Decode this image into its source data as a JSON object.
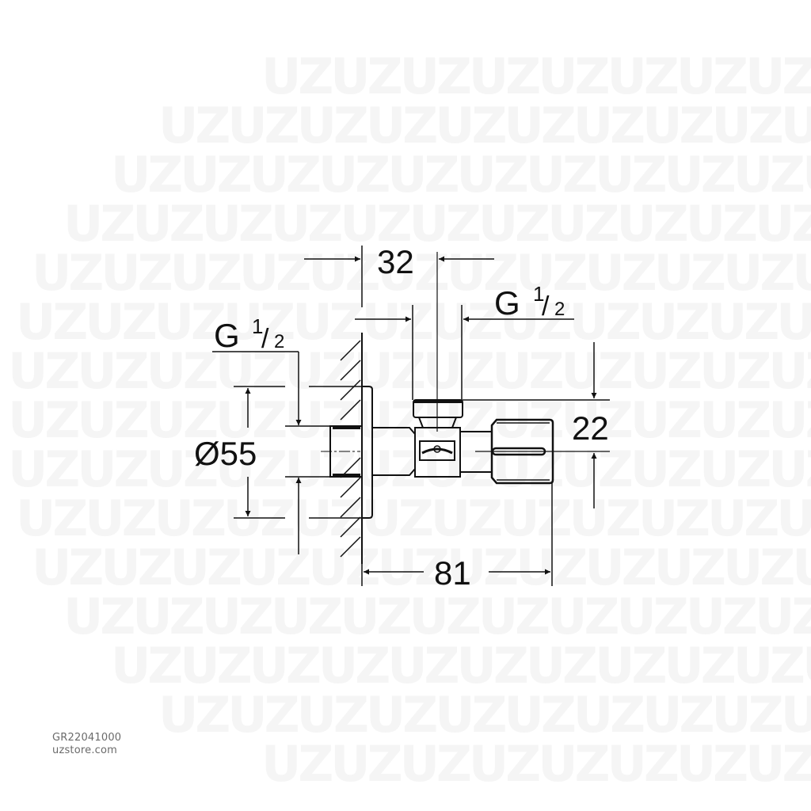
{
  "watermark": {
    "text": "UZUZUZUZUZUZUZUZUZUZUZUZUZUZUZUZUZ",
    "color": "#f5f5f5"
  },
  "drawing": {
    "dimensions": {
      "top_width": "32",
      "outlet_thread_prefix": "G",
      "outlet_thread_num": "1",
      "outlet_thread_den": "2",
      "inlet_thread_prefix": "G",
      "inlet_thread_num": "1",
      "inlet_thread_den": "2",
      "flange_diameter": "Ø55",
      "height_offset": "22",
      "overall_length": "81"
    },
    "line_color": "#111111"
  },
  "footer": {
    "product_code": "GR22041000",
    "website": "uzstore.com"
  }
}
